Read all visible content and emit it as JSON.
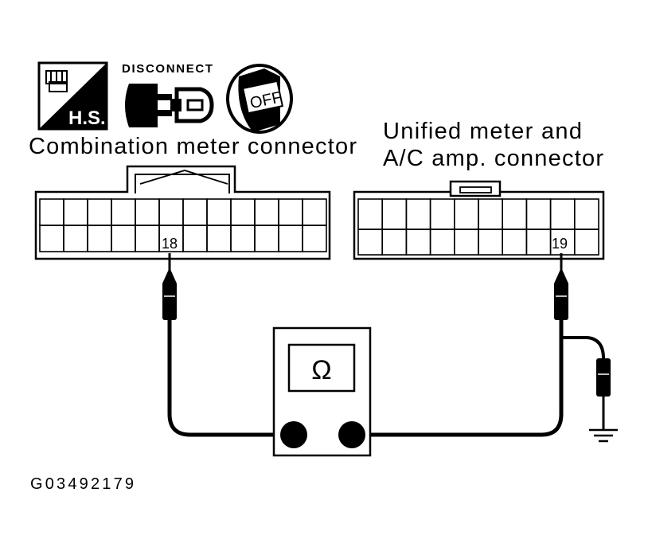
{
  "icons": {
    "hs_label": "H.S.",
    "disconnect_label": "DISCONNECT",
    "ignition_label": "OFF"
  },
  "left_connector": {
    "label": "Combination meter connector",
    "pin": "18"
  },
  "right_connector": {
    "label_line1": "Unified meter and",
    "label_line2": "A/C amp. connector",
    "pin": "19"
  },
  "meter": {
    "symbol": "Ω"
  },
  "figure_code": "G03492179"
}
